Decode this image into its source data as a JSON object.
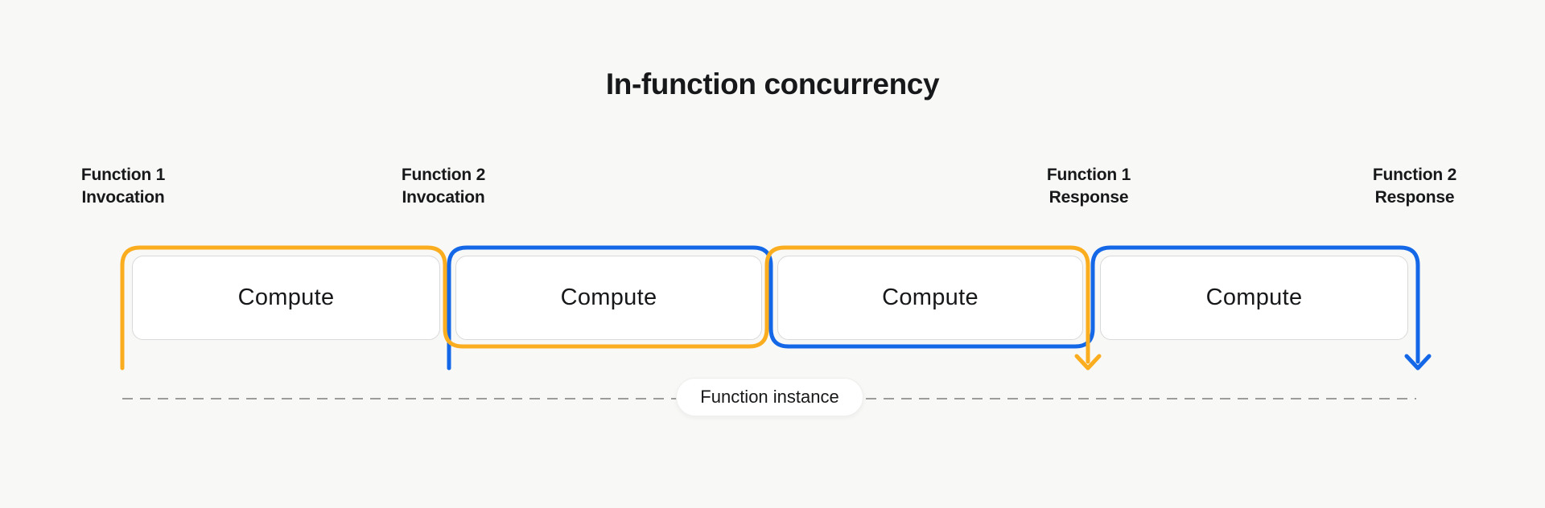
{
  "title": "In-function concurrency",
  "markers": [
    {
      "line1": "Function 1",
      "line2": "Invocation"
    },
    {
      "line1": "Function 2",
      "line2": "Invocation"
    },
    {
      "line1": "Function 1",
      "line2": "Response"
    },
    {
      "line1": "Function 2",
      "line2": "Response"
    }
  ],
  "boxes": [
    {
      "label": "Compute"
    },
    {
      "label": "Compute"
    },
    {
      "label": "Compute"
    },
    {
      "label": "Compute"
    }
  ],
  "timeline": {
    "instance_label": "Function instance"
  },
  "colors": {
    "background": "#F8F8F6",
    "function1_orange": "#FBAD20",
    "function2_blue": "#1468E8",
    "timeline_dash": "#9C9C9C",
    "box_border": "#D9D9D9",
    "box_fill": "#FFFFFF",
    "pill_fill": "#FFFFFF",
    "text_dark": "#17181A"
  }
}
